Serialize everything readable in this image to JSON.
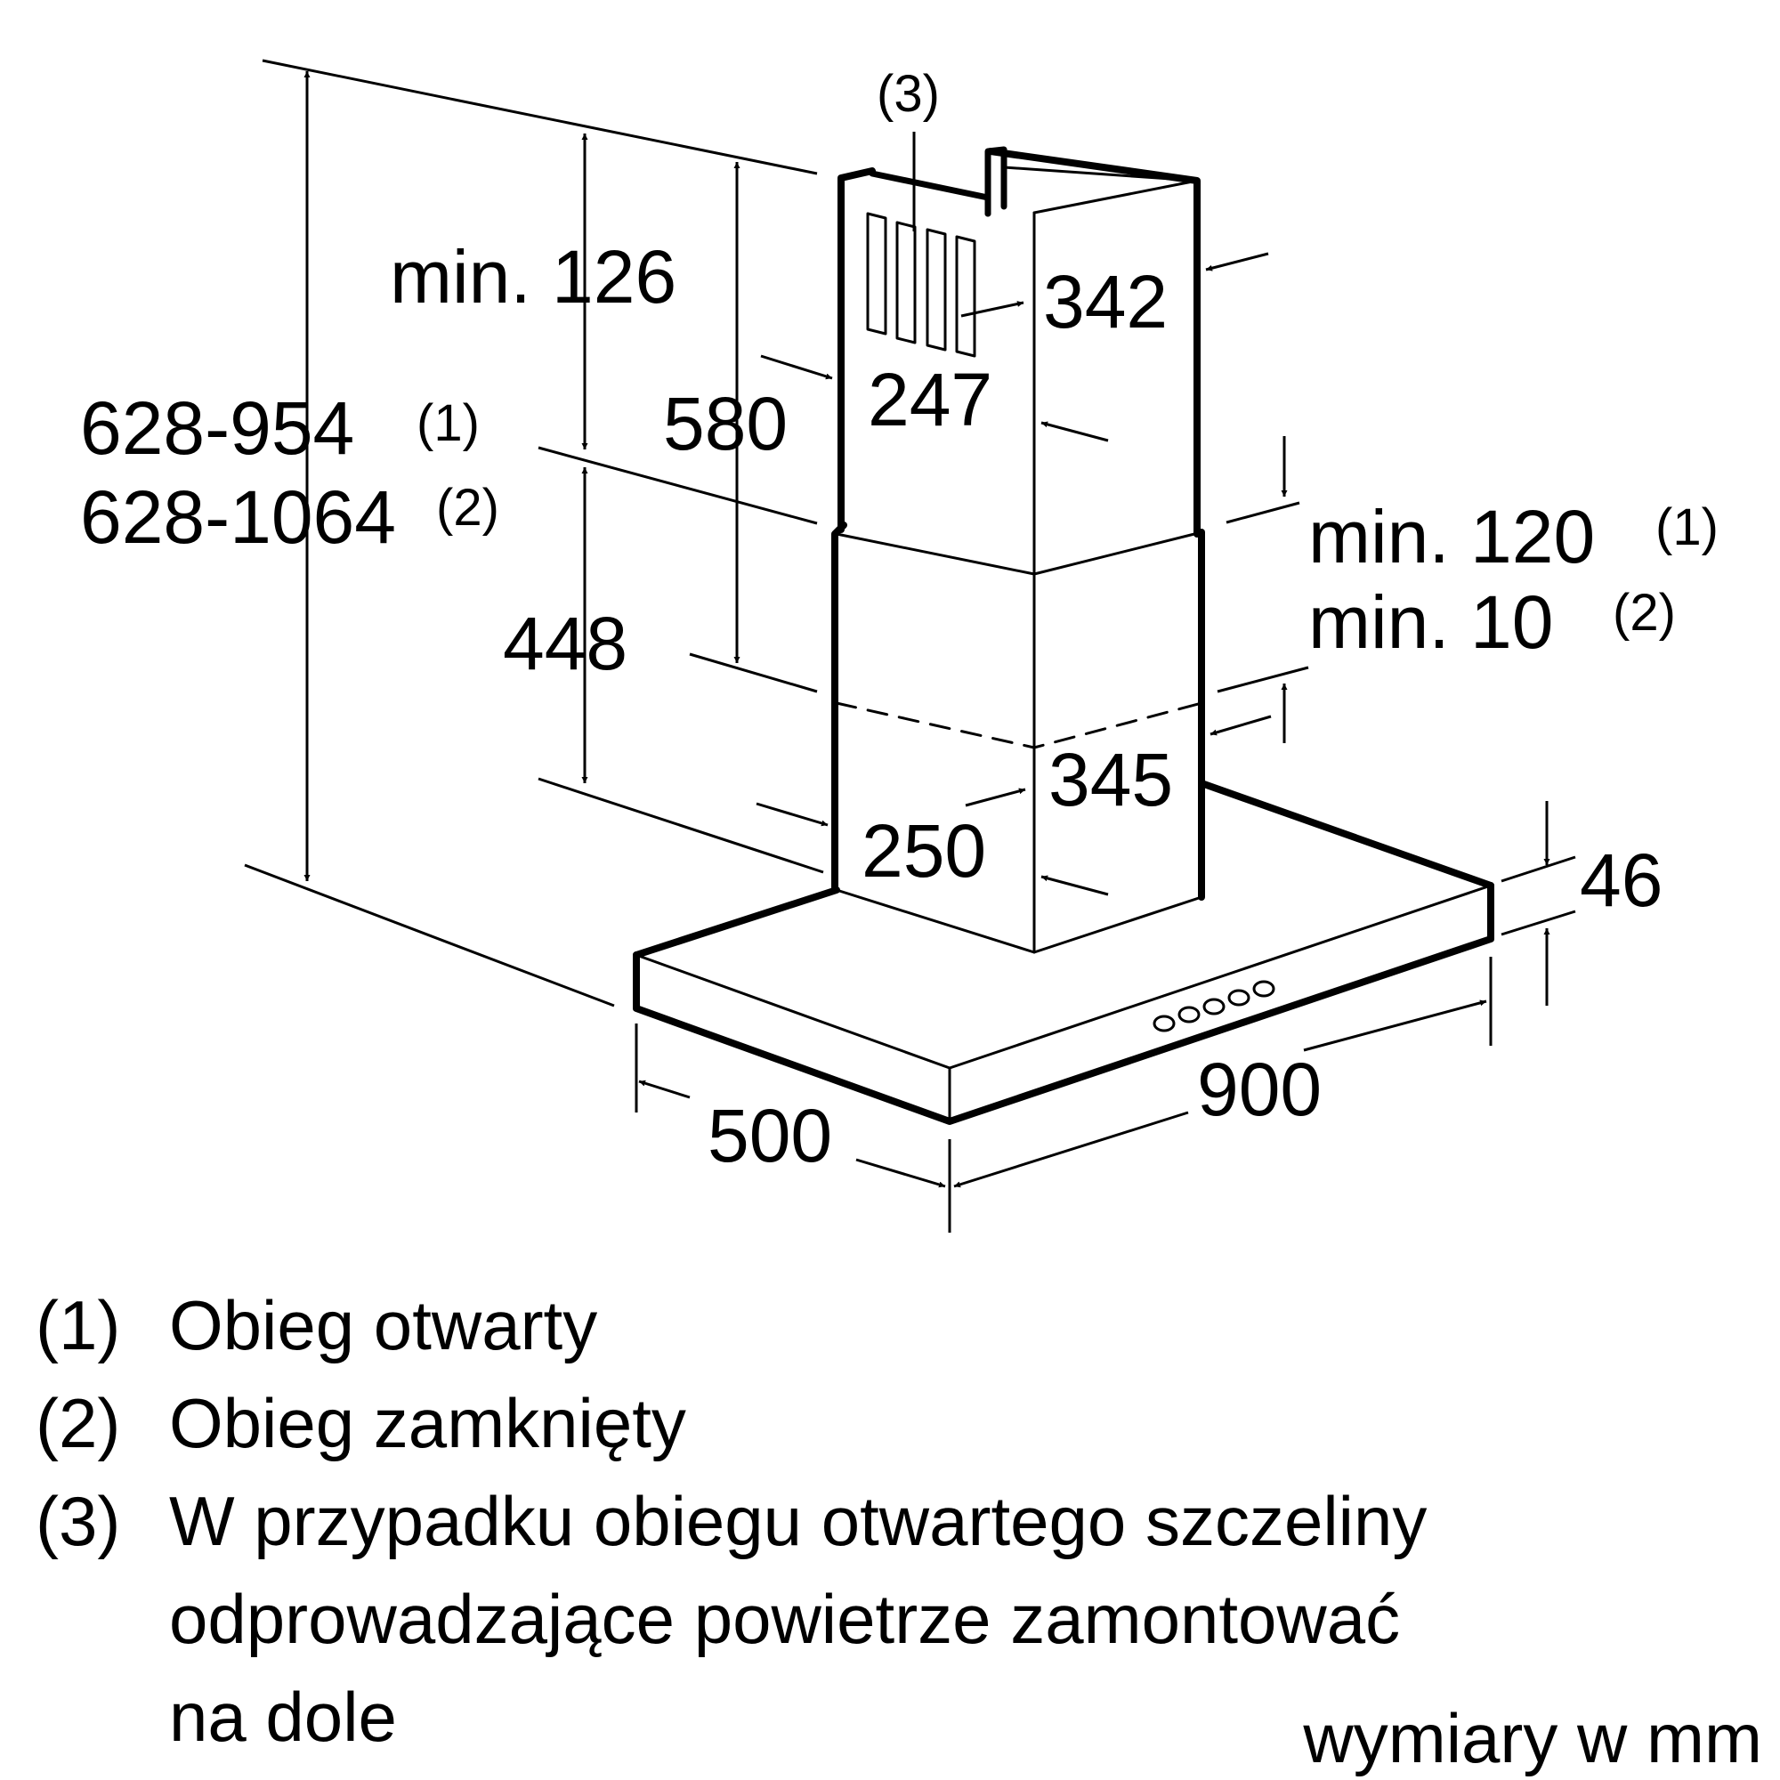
{
  "dimensions": {
    "total_height_1": "628-954",
    "total_height_1_note": "(1)",
    "total_height_2": "628-1064",
    "total_height_2_note": "(2)",
    "upper_min": "min. 126",
    "chimney_length": "580",
    "lower_chimney": "448",
    "upper_depth": "247",
    "upper_width": "342",
    "lower_width": "345",
    "lower_depth": "250",
    "overlap_1": "min. 120",
    "overlap_1_note": "(1)",
    "overlap_2": "min. 10",
    "overlap_2_note": "(2)",
    "canopy_height": "46",
    "canopy_width": "900",
    "canopy_depth": "500",
    "slots_note": "(3)"
  },
  "legend": [
    {
      "num": "(1)",
      "text": "Obieg otwarty"
    },
    {
      "num": "(2)",
      "text": "Obieg zamknięty"
    },
    {
      "num": "(3)",
      "text": "W przypadku obiegu otwartego szczeliny"
    },
    {
      "num": "",
      "text": "odprowadzające powietrze zamontować"
    },
    {
      "num": "",
      "text": "na dole"
    }
  ],
  "units_label": "wymiary w mm"
}
